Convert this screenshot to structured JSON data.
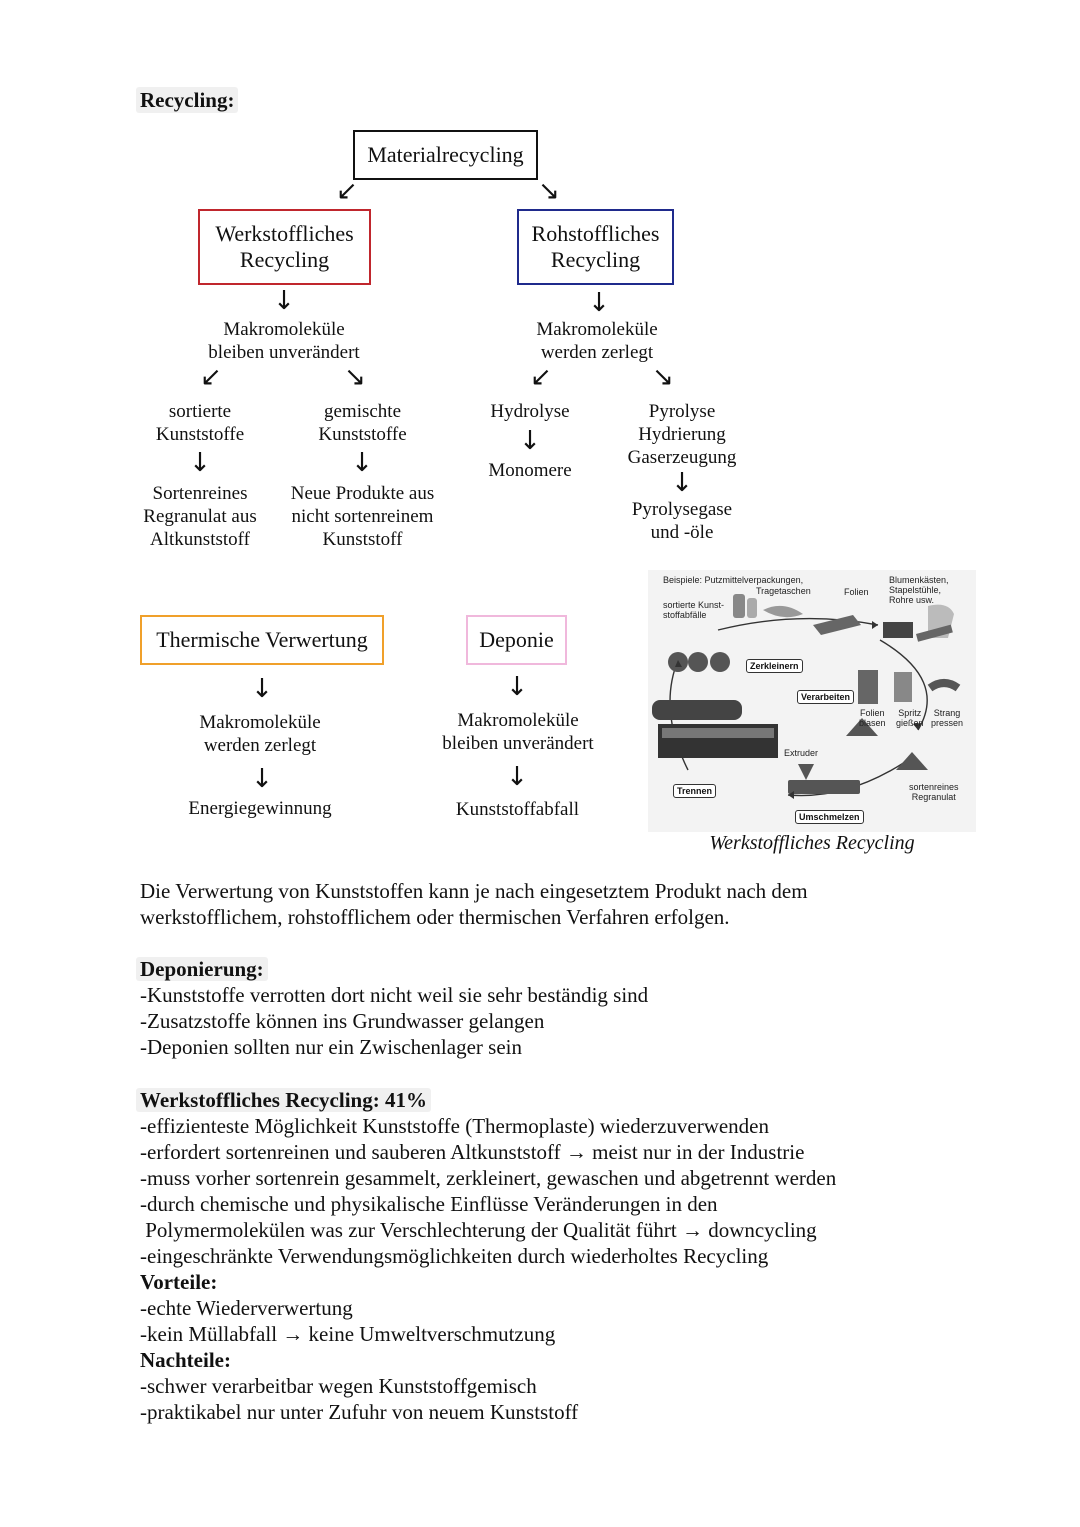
{
  "title": "Recycling:",
  "diagram": {
    "root": "Materialrecycling",
    "werkstofflich": {
      "box": "Werkstoffliches\nRecycling",
      "result": "Makromoleküle\nbleiben unverändert",
      "left_branch": {
        "label": "sortierte\nKunststoffe",
        "result": "Sortenreines\nRegranulat aus\nAltkunststoff"
      },
      "right_branch": {
        "label": "gemischte\nKunststoffe",
        "result": "Neue Produkte aus\nnicht sortenreinem\nKunststoff"
      }
    },
    "rohstofflich": {
      "box": "Rohstoffliches\nRecycling",
      "result": "Makromoleküle\nwerden zerlegt",
      "left_branch": {
        "label": "Hydrolyse",
        "result": "Monomere"
      },
      "right_branch": {
        "label": "Pyrolyse\nHydrierung\nGaserzeugung",
        "result": "Pyrolysegase\nund -öle"
      }
    },
    "thermisch": {
      "box": "Thermische Verwertung",
      "result": "Makromoleküle\nwerden zerlegt",
      "final": "Energiegewinnung"
    },
    "deponie": {
      "box": "Deponie",
      "result": "Makromoleküle\nbleiben unverändert",
      "final": "Kunststoffabfall"
    },
    "colors": {
      "werkstofflich": "#c0262d",
      "rohstofflich": "#1f2a8c",
      "thermisch": "#f0a02a",
      "deponie": "#f0b8dc",
      "root": "#111111"
    }
  },
  "figure": {
    "labels": {
      "beispiele": "Beispiele: Putzmittelverpackungen,",
      "tragetaschen": "Tragetaschen",
      "folien": "Folien",
      "blumen": "Blumenkästen,\nStapelstühle,\nRohre usw.",
      "sortierte": "sortierte Kunst-\nstoffabfälle",
      "folien_blasen": "Folien\nblasen",
      "spritz": "Spritz\ngießen",
      "strang": "Strang\npressen",
      "extruder": "Extruder",
      "sortenreines": "sortenreines\nRegranulat"
    },
    "tags": {
      "zerkleinern": "Zerkleinern",
      "verarbeiten": "Verarbeiten",
      "trennen": "Trennen",
      "umschmelzen": "Umschmelzen"
    },
    "caption": "Werkstoffliches Recycling"
  },
  "intro": [
    "Die Verwertung von Kunststoffen kann je nach eingesetztem Produkt nach dem",
    "werkstofflichem, rohstofflichem oder thermischen Verfahren erfolgen."
  ],
  "deponierung": {
    "heading": "Deponierung:",
    "lines": [
      "-Kunststoffe verrotten dort nicht weil sie sehr beständig sind",
      "-Zusatzstoffe können ins Grundwasser gelangen",
      "-Deponien sollten nur ein Zwischenlager sein"
    ]
  },
  "werkstoff_section": {
    "heading": "Werkstoffliches Recycling: 41%",
    "lines": [
      "-effizienteste Möglichkeit Kunststoffe (Thermoplaste) wiederzuverwenden",
      "-erfordert sortenreinen und sauberen Altkunststoff → meist nur in der Industrie",
      "-muss vorher sortenrein gesammelt, zerkleinert, gewaschen und abgetrennt werden",
      "-durch chemische und physikalische Einflüsse Veränderungen in den",
      " Polymermolekülen was zur Verschlechterung der Qualität führt → downcycling",
      "-eingeschränkte Verwendungsmöglichkeiten durch wiederholtes Recycling"
    ],
    "vorteile_heading": "Vorteile:",
    "vorteile": [
      "-echte Wiederverwertung",
      "-kein Müllabfall → keine Umweltverschmutzung"
    ],
    "nachteile_heading": "Nachteile:",
    "nachteile": [
      "-schwer verarbeitbar wegen Kunststoffgemisch",
      "-praktikabel nur unter Zufuhr von neuem Kunststoff"
    ]
  }
}
